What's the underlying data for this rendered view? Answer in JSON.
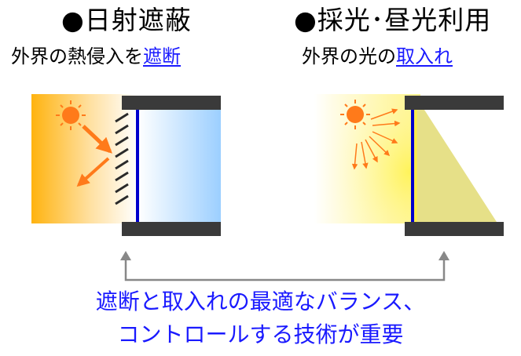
{
  "left": {
    "heading": "●日射遮蔽",
    "sub_prefix": "外界の熱侵入を",
    "sub_highlight": "遮断"
  },
  "right": {
    "heading": "●採光･昼光利用",
    "sub_prefix": "外界の光の",
    "sub_highlight": "取入れ"
  },
  "conclusion": {
    "line1": "遮断と取入れの最適なバランス、",
    "line2": "コントロールする技術が重要"
  },
  "colors": {
    "highlight": "#1a1aff",
    "sun": "#ff7a1a",
    "frame": "#3a3a3a",
    "glass": "#0000cc"
  }
}
